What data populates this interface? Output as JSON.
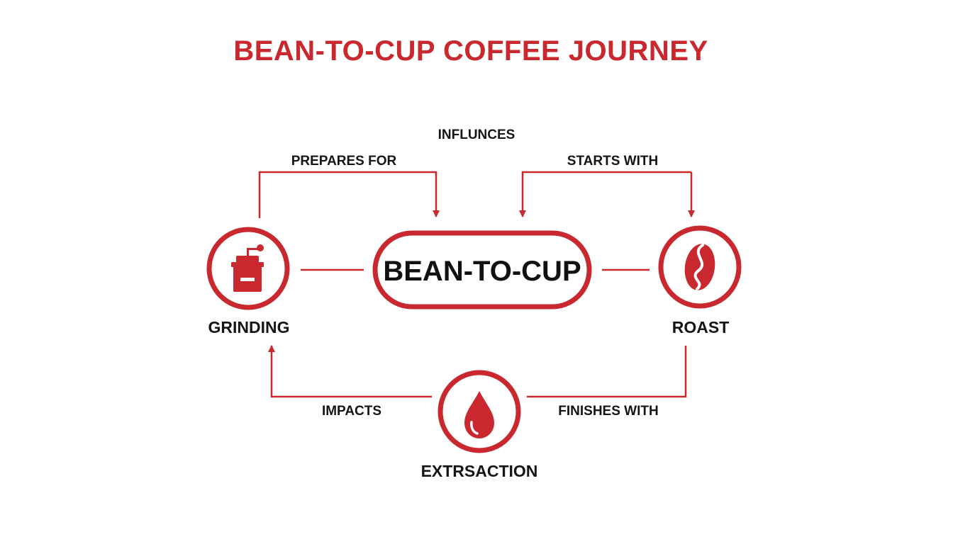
{
  "title": "BEAN-TO-CUP COFFEE JOURNEY",
  "center": {
    "label": "BEAN-TO-CUP"
  },
  "nodes": {
    "grinding": {
      "label": "GRINDING",
      "icon": "coffee-grinder-icon"
    },
    "roast": {
      "label": "ROAST",
      "icon": "coffee-bean-icon"
    },
    "extraction": {
      "label": "EXTRSACTION",
      "icon": "water-drop-icon"
    }
  },
  "edges": {
    "influences": "INFLUNCES",
    "prepares_for": "PREPARES FOR",
    "starts_with": "STARTS WITH",
    "impacts": "IMPACTS",
    "finishes_with": "FINISHES WITH"
  },
  "colors": {
    "accent": "#c8282e",
    "text": "#151515",
    "background": "#ffffff"
  }
}
